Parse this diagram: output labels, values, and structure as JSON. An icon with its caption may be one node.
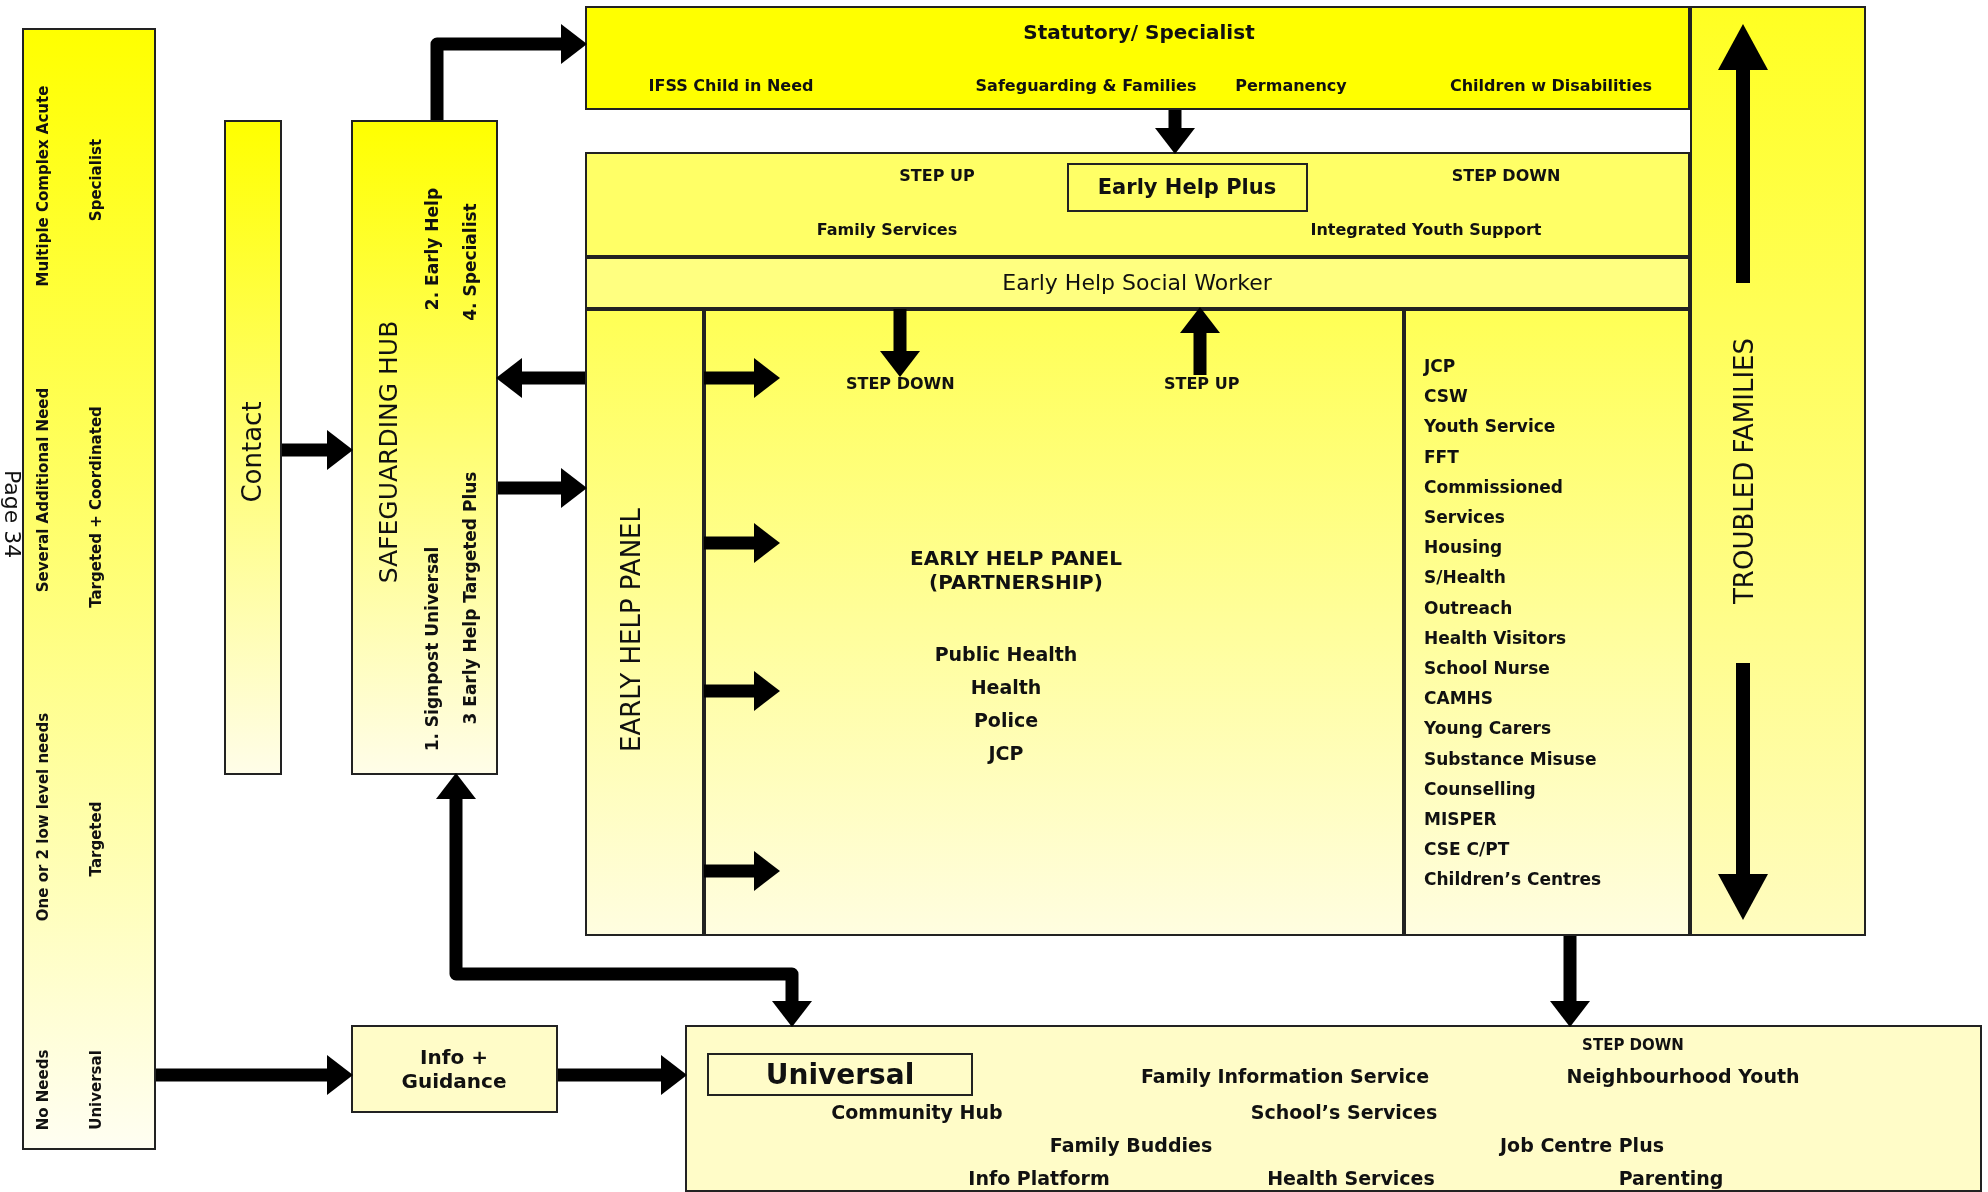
{
  "diagram": {
    "nodes": [
      {
        "text": [
          "Multiple Complex Acute",
          "Specialist",
          "Several Additional Need",
          "Targeted + Coordinated",
          "One or 2 low level needs",
          "Targeted",
          "No Needs",
          "Universal"
        ]
      },
      {
        "text": [
          "Contact"
        ]
      },
      {
        "text": [
          "SAFEGUARDING HUB",
          "1. Signpost Universal",
          "2. Early Help",
          "3 Early Help Targeted Plus",
          "4. Specialist"
        ]
      },
      {
        "text": [
          "Statutory/ Specialist",
          "IFSS Child in Need",
          "Safeguarding & Families",
          "Permanency",
          "Children w Disabilities"
        ]
      },
      {
        "text": [
          "TROUBLED FAMILIES"
        ]
      },
      {
        "text": [
          "STEP UP",
          "STEP DOWN",
          "Family Services",
          "Integrated Youth Support"
        ]
      },
      {
        "text": [
          "Early Help Plus"
        ],
        "in": 5
      },
      {
        "text": [
          "Early Help Social Worker"
        ]
      },
      {
        "text": [
          "EARLY HELP PANEL"
        ]
      },
      {
        "text": [
          "EARLY HELP PANEL (PARTNERSHIP)",
          "Public Health",
          "Health",
          "Police",
          "JCP"
        ]
      },
      {
        "text": [
          "STEP DOWN"
        ],
        "in": 9
      },
      {
        "text": [
          "STEP UP"
        ],
        "in": 9
      },
      {
        "text": [
          "JCP",
          "CSW",
          "Youth Service",
          "FFT",
          "Commissioned",
          "Services",
          "Housing",
          "S/Health",
          "Outreach",
          "Health Visitors",
          "School Nurse",
          "CAMHS",
          "Young Carers",
          "Substance Misuse",
          "Counselling",
          "MISPER",
          "CSE C/PT",
          "Children’s Centres"
        ]
      },
      {
        "text": [
          "Info + Guidance"
        ]
      },
      {
        "text": [
          "STEP DOWN",
          "Family Information Service",
          "Neighbourhood Youth",
          "Community Hub",
          "School’s Services",
          "Family Buddies",
          "Job Centre Plus",
          "Info Platform",
          "Health Services",
          "Parenting"
        ]
      },
      {
        "text": [
          "Universal"
        ],
        "in": 14
      }
    ],
    "edges": [
      {
        "from": 1,
        "to": 2,
        "arrow": "to"
      },
      {
        "from": 2,
        "to": 3,
        "arrow": "to"
      },
      {
        "from": 8,
        "to": 2,
        "arrow": "to"
      },
      {
        "from": 2,
        "to": 8,
        "arrow": "to"
      },
      {
        "from": 3,
        "to": 5,
        "arrow": "to"
      },
      {
        "from": 7,
        "to": 10,
        "arrow": "to"
      },
      {
        "from": 11,
        "to": 7,
        "arrow": "to"
      },
      {
        "from": 8,
        "to": 9,
        "arrow": "to"
      },
      {
        "from": 8,
        "to": 9,
        "arrow": "to"
      },
      {
        "from": 8,
        "to": 9,
        "arrow": "to"
      },
      {
        "from": 8,
        "to": 9,
        "arrow": "to"
      },
      {
        "from": 12,
        "to": 14,
        "arrow": "to"
      },
      {
        "from": 0,
        "to": 13,
        "arrow": "to"
      },
      {
        "from": 13,
        "to": 14,
        "arrow": "to"
      },
      {
        "from": 2,
        "to": 14,
        "arrow": "both"
      }
    ],
    "labels": [
      "Page 34"
    ]
  }
}
